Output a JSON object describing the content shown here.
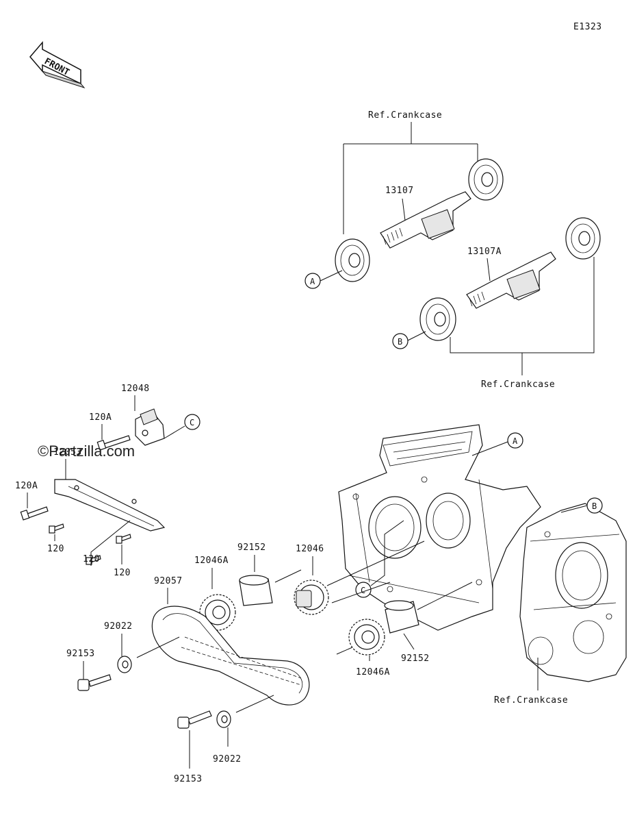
{
  "diagram_code": "E1323",
  "front_label": "FRONT",
  "watermark": "©Partzilla.com",
  "ref_crankcase": "Ref.Crankcase",
  "callouts": {
    "a": "A",
    "b": "B",
    "c": "C"
  },
  "parts": {
    "p13107": "13107",
    "p13107A": "13107A",
    "p12048": "12048",
    "p120A": "120A",
    "p12053": "12053",
    "p120": "120",
    "p92152": "92152",
    "p12046": "12046",
    "p12046A": "12046A",
    "p92057": "92057",
    "p92022": "92022",
    "p92153": "92153"
  }
}
